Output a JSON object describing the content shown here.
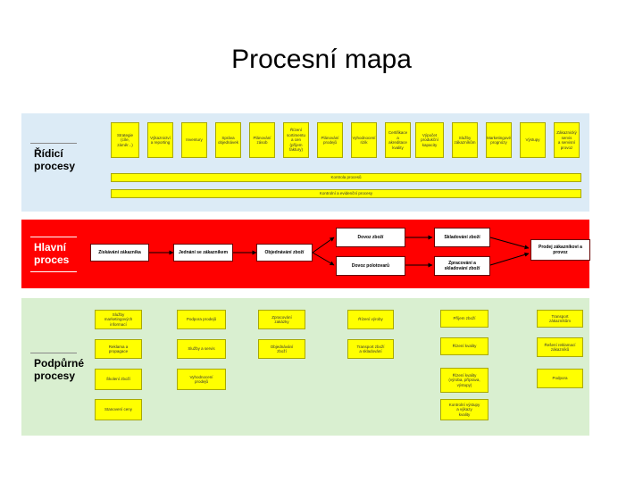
{
  "title": "Procesní mapa",
  "sections": {
    "ridici": "Řídicí\nprocesy",
    "hlavni": "Hlavní\nproces",
    "podpurne": "Podpůrné\nprocesy"
  },
  "ridici_boxes": [
    "Strategie\n(cíle,\nzáměr...)",
    "Výkaznictví\na reporting",
    "Inventury",
    "Správa\nobjednávek",
    "Plánování\nzásob",
    "Řízení\nsortimentu\na cen\n(příjem\nfaktury)",
    "Plánování\nprodejů",
    "Vyhodnocení\nrizik",
    "Certifikace\na\nakreditace\nkvality",
    "Výpočet\nprodukční\nkapacity",
    "Služby\nzákazníkům",
    "Marketingové\nprognózy",
    "Výstupy",
    "Zákaznický\nservis\na servisní\nprovoz"
  ],
  "ridici_bars": [
    "Kontrola procesů",
    "Kontrolní a evidenční procesy"
  ],
  "hlavni_boxes": [
    "Získávání zákazníka",
    "Jednání se zákazníkem",
    "Objednávání zboží",
    "Dovoz zboží",
    "Dovoz polotovarů",
    "Skladování zboží",
    "Zpracování a\nskladování zboží",
    "Prodej zákazníkovi a\nprovoz"
  ],
  "podpurne_boxes": [
    "Služby\nmarketingových\ninformací",
    "Reklama a\npropagace",
    "Školení zboží",
    "Stanovení ceny",
    "Podpora prodejů",
    "Služby a servis",
    "Zpracování\nzakázky",
    "Objednávání\nzboží",
    "Vyhodnocení\nprodejů",
    "Řízení výroby",
    "Transport zboží\na skladování",
    "Příjem zboží",
    "Řízení kvality",
    "Řízení kvality\n(výroba, příprava,\nvýstupy)",
    "Kontrolní výstupy\na výkazy\nkvality",
    "Transport\nzákazníkům",
    "Řešení reklamací\nzákazníků",
    "Podpora"
  ],
  "colors": {
    "ridici_band": "#dcebf6",
    "hlavni_band": "#ff0000",
    "podpurne_band": "#d9efd0",
    "box_fill": "#ffff00"
  }
}
